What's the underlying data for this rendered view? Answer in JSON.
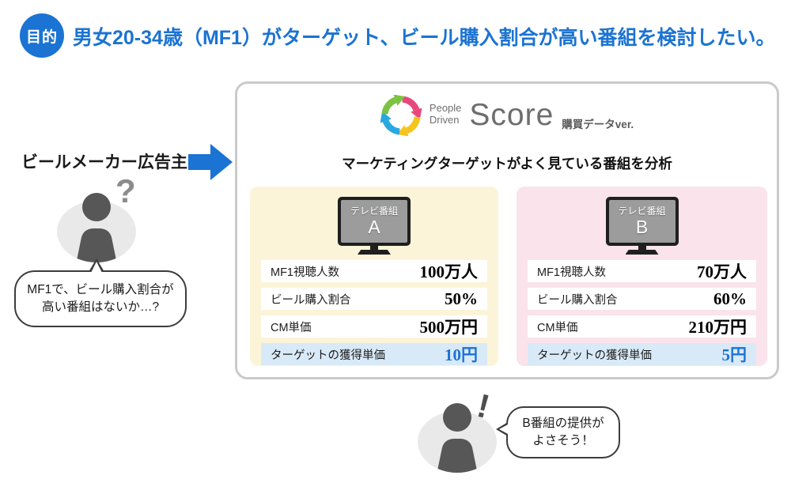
{
  "colors": {
    "accent_blue": "#1B73D3",
    "panel_border": "#CACACA",
    "card_a_bg": "#FCF4D8",
    "card_b_bg": "#FAE3EA",
    "highlight_row_bg": "#D8E9F7",
    "logo_green": "#7DC243",
    "logo_pink": "#E8477D",
    "logo_yellow": "#F5C41D",
    "logo_blue": "#29A8DF"
  },
  "header": {
    "badge": "目的",
    "title": "男女20-34歳（MF1）がターゲット、ビール購入割合が高い番組を検討したい。"
  },
  "advertiser": {
    "label": "ビールメーカー広告主",
    "mark": "?",
    "speech": {
      "line1": "MF1で、ビール購入割合が",
      "line2": "高い番組はないか…?"
    }
  },
  "panel": {
    "logo": {
      "people": "People",
      "driven": "Driven",
      "score": "Score",
      "version": "購買データver."
    },
    "subtitle": "マーケティングターゲットがよく見ている番組を分析",
    "programs": [
      {
        "tv_label": "テレビ番組",
        "letter": "A",
        "rows": [
          {
            "label": "MF1視聴人数",
            "value": "100万人"
          },
          {
            "label": "ビール購入割合",
            "value": "50%"
          },
          {
            "label": "CM単価",
            "value": "500万円"
          },
          {
            "label": "ターゲットの獲得単価",
            "value": "10円"
          }
        ]
      },
      {
        "tv_label": "テレビ番組",
        "letter": "B",
        "rows": [
          {
            "label": "MF1視聴人数",
            "value": "70万人"
          },
          {
            "label": "ビール購入割合",
            "value": "60%"
          },
          {
            "label": "CM単価",
            "value": "210万円"
          },
          {
            "label": "ターゲットの獲得単価",
            "value": "5円"
          }
        ]
      }
    ]
  },
  "conclusion": {
    "mark": "!",
    "speech": {
      "line1": "B番組の提供が",
      "line2": "よさそう！"
    }
  }
}
